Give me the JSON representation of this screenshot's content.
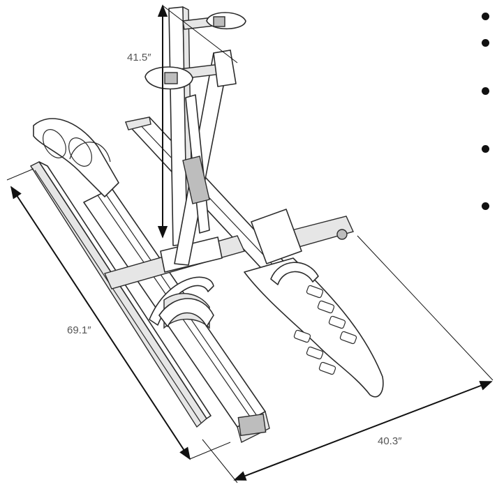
{
  "dimensions": {
    "height": "41.5″",
    "length": "69.1″",
    "width": "40.3″"
  },
  "bullets_count_note": "",
  "colors": {
    "line": "#2b2b2b",
    "dimension": "#111111",
    "label": "#555555"
  }
}
